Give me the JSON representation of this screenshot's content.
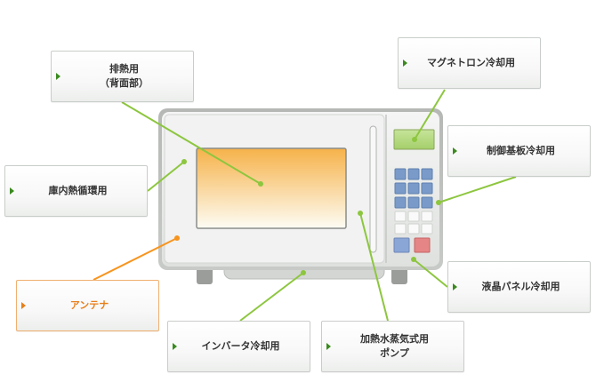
{
  "diagram": {
    "subject": "microwave-oven",
    "colors": {
      "leader_green": "#8dc63f",
      "leader_orange": "#f7941d",
      "bullet_green": "#3a8a1e",
      "bullet_orange": "#e77f1b",
      "label_orange": "#e77f1b",
      "body": "#e8eae8",
      "window_top": "#f6b24a",
      "window_bottom": "#fdfcf4",
      "display": "#b6db7d",
      "keypad_blue": "#7a9bc9",
      "keypad_white": "#fafafa",
      "button_blue": "#8aa6d6",
      "button_red": "#e58585"
    },
    "callouts": {
      "exhaust": {
        "text": "排熱用\n（背面部）",
        "marker": "bullet"
      },
      "magnetron": {
        "text": "マグネトロン冷却用",
        "marker": "bullet"
      },
      "control_board": {
        "text": "制御基板冷却用",
        "marker": "bullet"
      },
      "chamber": {
        "text": "庫内熱循環用",
        "marker": "bullet"
      },
      "antenna": {
        "text": "アンテナ",
        "marker": "bullet",
        "accent": "orange"
      },
      "inverter": {
        "text": "インバータ冷却用",
        "marker": "bullet"
      },
      "pump": {
        "text": "加熱水蒸気式用\nポンプ",
        "marker": "bullet"
      },
      "lcd_panel": {
        "text": "液晶パネル冷却用",
        "marker": "bullet"
      }
    }
  }
}
